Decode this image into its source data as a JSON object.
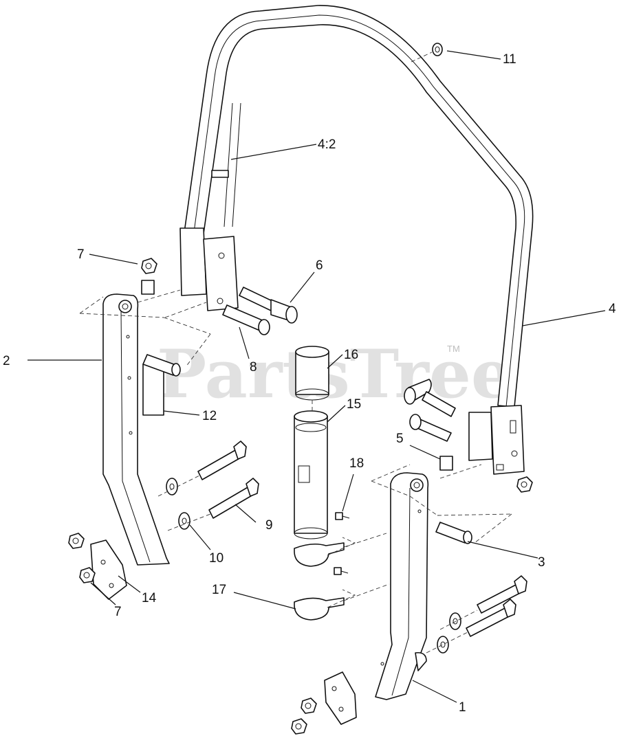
{
  "watermark": {
    "text": "PartsTree",
    "tm": "TM"
  },
  "callouts": {
    "c1": "1",
    "c2": "2",
    "c3": "3",
    "c4": "4",
    "c4_2": "4:2",
    "c5": "5",
    "c6": "6",
    "c7a": "7",
    "c7b": "7",
    "c8": "8",
    "c9": "9",
    "c10": "10",
    "c11": "11",
    "c12": "12",
    "c14": "14",
    "c15": "15",
    "c16": "16",
    "c17": "17",
    "c18": "18"
  }
}
